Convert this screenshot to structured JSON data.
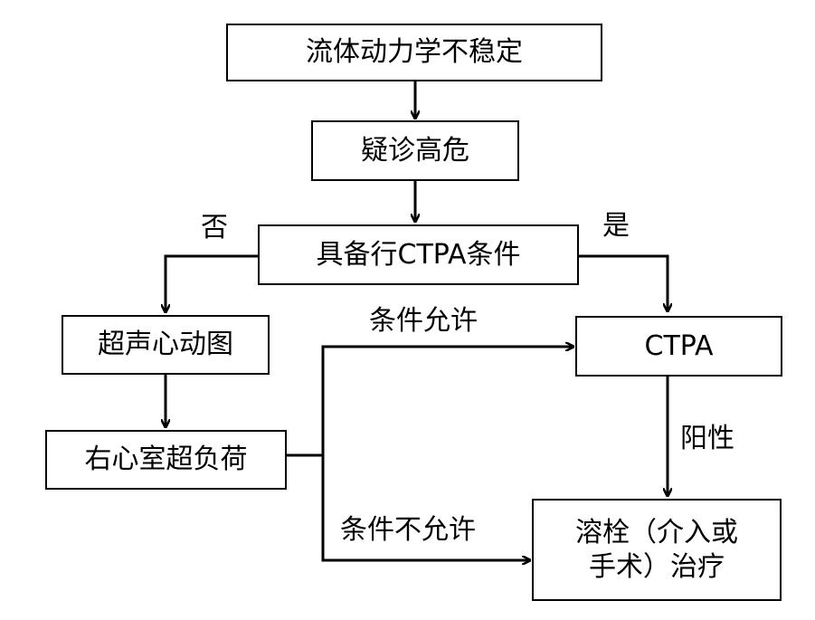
{
  "nodes": {
    "unstable": "流体动力学不稳定",
    "suspect": "疑诊高危",
    "ctpa_condition": "具备行CTPA条件",
    "echo": "超声心动图",
    "rv_overload": "右心室超负荷",
    "ctpa": "CTPA",
    "thrombolysis_line1": "溶栓（介入或",
    "thrombolysis_line2": "手术）治疗"
  },
  "edge_labels": {
    "no": "否",
    "yes": "是",
    "allowed": "条件允许",
    "not_allowed": "条件不允许",
    "positive": "阳性"
  }
}
